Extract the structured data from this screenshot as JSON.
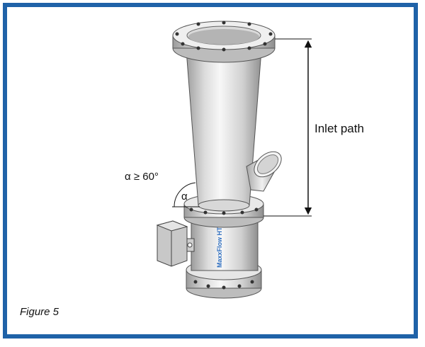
{
  "figure": {
    "caption": "Figure 5",
    "inlet_label": "Inlet path",
    "angle_label": "α ≥ 60°",
    "angle_symbol": "α",
    "product_label": "MaxxFlow HTC"
  },
  "colors": {
    "frame_border": "#1f62a8",
    "product_label": "#2f6fc0",
    "metal_dark": "#9a9a9a",
    "metal_light": "#f2f2f2"
  }
}
